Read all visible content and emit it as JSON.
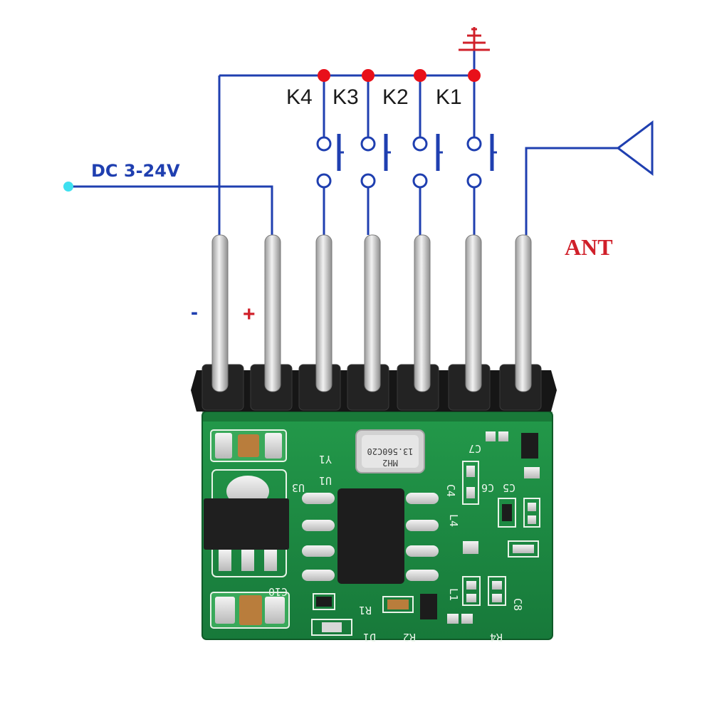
{
  "wiring": {
    "supply_label": "DC 3-24V",
    "antenna_label": "ANT",
    "minus_label": "-",
    "plus_label": "+",
    "key_labels": [
      "K4",
      "K3",
      "K2",
      "K1"
    ],
    "wire_color": "#1f3fb0",
    "node_color": "#e8101a",
    "ground_color": "#d0202a",
    "input_dot_color": "#3ee0f0"
  },
  "board": {
    "crystal_marking": [
      "13.560C20",
      "MH2"
    ],
    "silkscreen": [
      "Y1",
      "U1",
      "U3",
      "C4",
      "C5",
      "C6",
      "C7",
      "C8",
      "C10",
      "L1",
      "L4",
      "R1",
      "R2",
      "R4",
      "D1"
    ],
    "pcb_color": "#1e8a3e",
    "header_color": "#1c1c1c",
    "pin_color": "#c9c9c9"
  }
}
